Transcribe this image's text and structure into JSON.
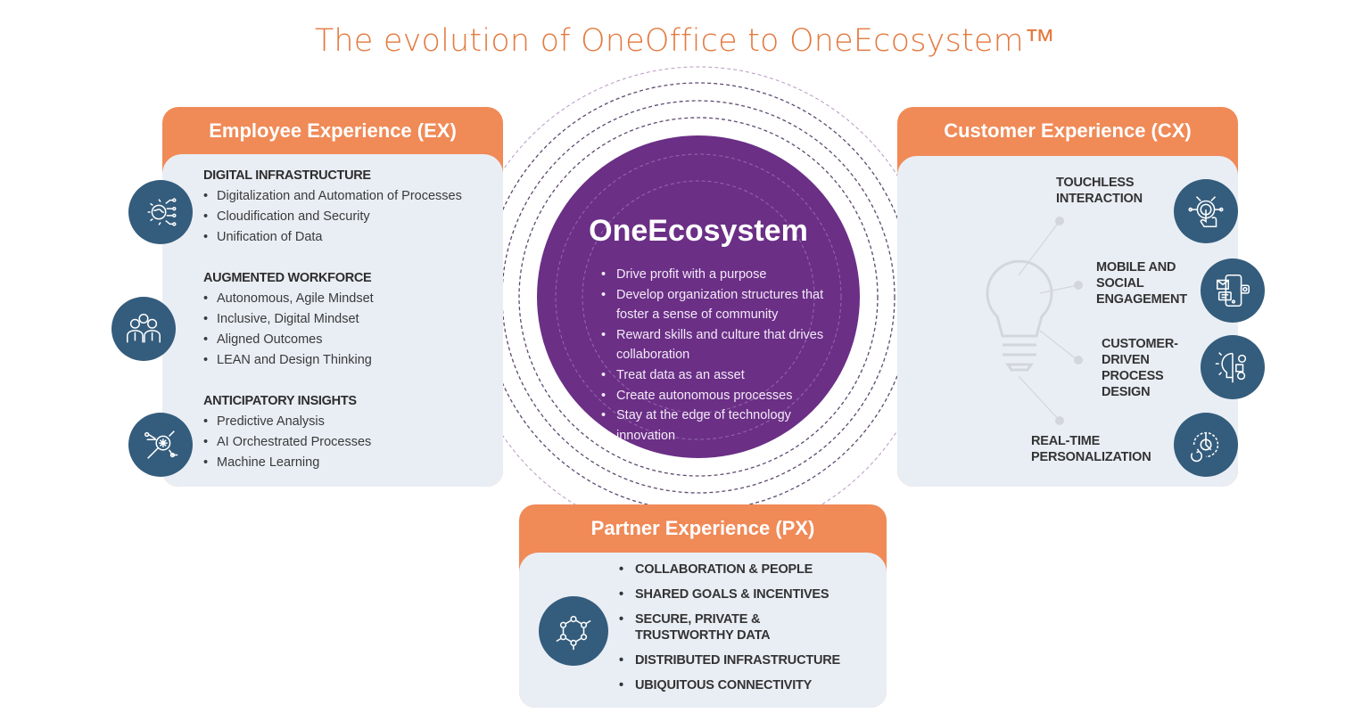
{
  "title": "The evolution of OneOffice to OneEcosystem™",
  "colors": {
    "accent_orange": "#f08a57",
    "title_orange": "#e4793f",
    "core_purple": "#6b2f86",
    "icon_blue": "#345c7c",
    "panel_bg": "#e9eef5"
  },
  "employee_experience": {
    "header": "Employee Experience (EX)",
    "sections": [
      {
        "heading": "DIGITAL INFRASTRUCTURE",
        "icon": "gear-globe-icon",
        "items": [
          "Digitalization and Automation of Processes",
          "Cloudification and Security",
          "Unification of Data"
        ]
      },
      {
        "heading": "AUGMENTED WORKFORCE",
        "icon": "team-people-icon",
        "items": [
          "Autonomous, Agile Mindset",
          "Inclusive, Digital Mindset",
          "Aligned Outcomes",
          "LEAN and Design Thinking"
        ]
      },
      {
        "heading": "ANTICIPATORY INSIGHTS",
        "icon": "magnifier-network-icon",
        "items": [
          "Predictive Analysis",
          "AI Orchestrated Processes",
          "Machine Learning"
        ]
      }
    ]
  },
  "one_ecosystem": {
    "title": "OneEcosystem",
    "items": [
      "Drive profit with a purpose",
      "Develop organization structures that foster a sense of community",
      "Reward skills and culture that drives collaboration",
      "Treat data as an asset",
      "Create autonomous processes",
      "Stay at the edge of technology innovation"
    ]
  },
  "customer_experience": {
    "header": "Customer Experience (CX)",
    "center_icon": "lightbulb-icon",
    "items": [
      {
        "label": "TOUCHLESS INTERACTION",
        "lines": [
          "TOUCHLESS",
          "INTERACTION"
        ],
        "icon": "touch-hand-icon"
      },
      {
        "label": "MOBILE AND SOCIAL ENGAGEMENT",
        "lines": [
          "MOBILE AND",
          "SOCIAL",
          "ENGAGEMENT"
        ],
        "icon": "mobile-social-icon"
      },
      {
        "label": "CUSTOMER-DRIVEN PROCESS DESIGN",
        "lines": [
          "CUSTOMER-",
          "DRIVEN",
          "PROCESS",
          "DESIGN"
        ],
        "icon": "bulb-gears-icon"
      },
      {
        "label": "REAL-TIME PERSONALIZATION",
        "lines": [
          "REAL-TIME",
          "PERSONALIZATION"
        ],
        "icon": "clock-refresh-icon"
      }
    ]
  },
  "partner_experience": {
    "header": "Partner Experience (PX)",
    "icon": "hexagon-network-icon",
    "items": [
      "COLLABORATION & PEOPLE",
      "SHARED GOALS & INCENTIVES",
      "SECURE, PRIVATE & TRUSTWORTHY DATA",
      "DISTRIBUTED INFRASTRUCTURE",
      "UBIQUITOUS CONNECTIVITY"
    ]
  }
}
